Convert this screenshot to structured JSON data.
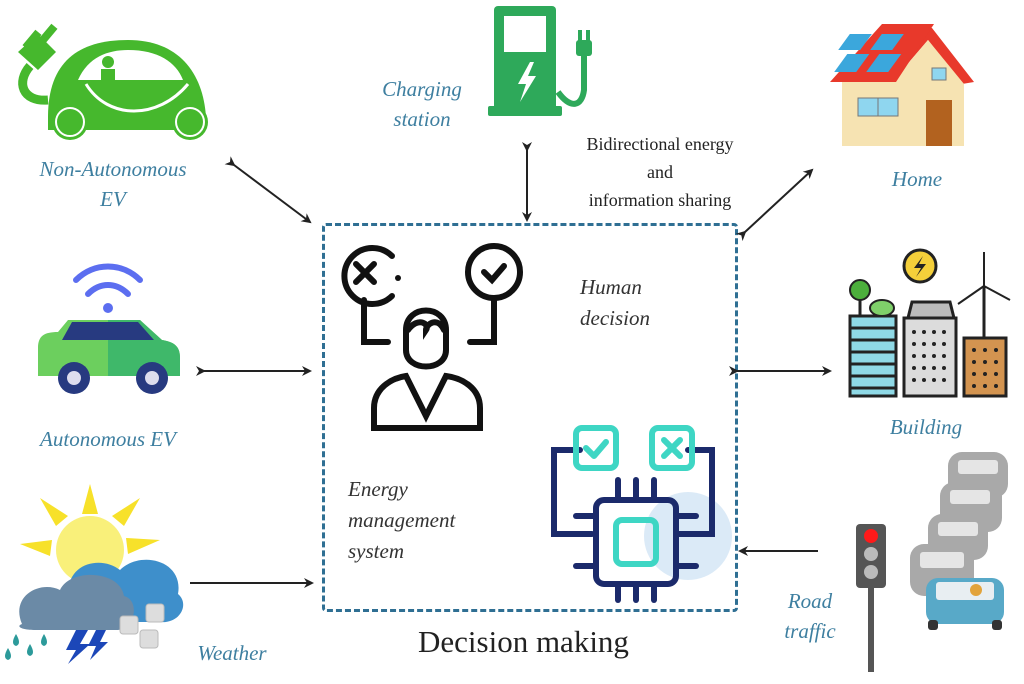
{
  "diagram": {
    "title": "Decision making",
    "center_box": {
      "human_label": [
        "Human",
        "decision"
      ],
      "ems_label": [
        "Energy",
        "management",
        "system"
      ],
      "icons": [
        "person-decision-icon",
        "chip-decision-icon"
      ]
    },
    "nodes": [
      {
        "id": "non-autonomous-ev",
        "label": [
          "Non-Autonomous",
          "EV"
        ],
        "icon": "plug-car-icon",
        "arrow": "bidirectional"
      },
      {
        "id": "charging-station",
        "label": [
          "Charging",
          "station"
        ],
        "icon": "charging-station-icon",
        "arrow": "bidirectional"
      },
      {
        "id": "home",
        "label": [
          "Home"
        ],
        "icon": "solar-house-icon",
        "arrow": "bidirectional"
      },
      {
        "id": "autonomous-ev",
        "label": [
          "Autonomous EV"
        ],
        "icon": "connected-car-icon",
        "arrow": "bidirectional"
      },
      {
        "id": "building",
        "label": [
          "Building"
        ],
        "icon": "city-buildings-icon",
        "arrow": "bidirectional"
      },
      {
        "id": "weather",
        "label": [
          "Weather"
        ],
        "icon": "weather-icon",
        "arrow": "to-center"
      },
      {
        "id": "road-traffic",
        "label": [
          "Road",
          "traffic"
        ],
        "icon": "traffic-light-icon",
        "arrow": "to-center"
      }
    ],
    "annotation": [
      "Bidirectional energy",
      "and",
      "information sharing"
    ],
    "colors": {
      "label_blue": "#3e7fa0",
      "box_dash": "#2f6f93",
      "ev_green": "#46b82d",
      "station_green": "#2ea95a",
      "chip_navy": "#1b2a6b",
      "chip_teal": "#3ed6c4"
    }
  }
}
